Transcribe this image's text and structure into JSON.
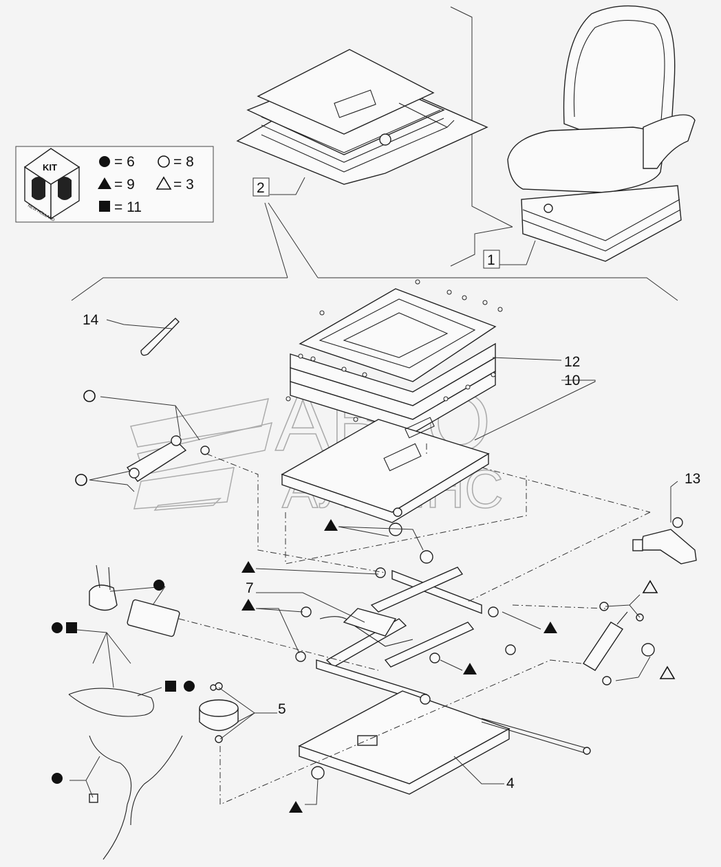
{
  "kit_box": {
    "icon_text": "KIT",
    "logo_text": "NEW HOLLAND",
    "legend": [
      {
        "symbol": "filled-circle",
        "text": "= 6"
      },
      {
        "symbol": "open-circle",
        "text": "= 8"
      },
      {
        "symbol": "filled-triangle",
        "text": "= 9"
      },
      {
        "symbol": "open-triangle",
        "text": "= 3"
      },
      {
        "symbol": "filled-square",
        "text": "= 11"
      }
    ]
  },
  "callouts": {
    "c1": "1",
    "c2": "2",
    "c4": "4",
    "c5": "5",
    "c7": "7",
    "c10": "10",
    "c12": "12",
    "c13": "13",
    "c14": "14"
  },
  "watermark": {
    "line1": "АВТО",
    "line2": "АЛЬЯНС"
  },
  "colors": {
    "ink": "#111111",
    "background": "#f4f4f4",
    "watermark": "#9a9a9a"
  }
}
